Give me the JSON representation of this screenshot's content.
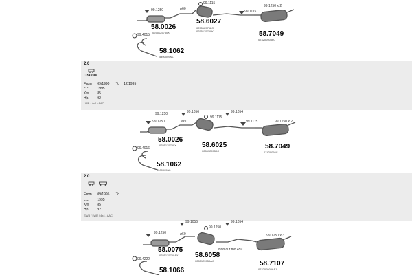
{
  "diagrams": [
    {
      "labels": {
        "a": "99.1250",
        "b": "ø60",
        "c": "99.1115",
        "d": "99.1250 x 2",
        "e": "99.4015"
      },
      "parts": [
        {
          "number": "58.0026",
          "oem": "0255125750X"
        },
        {
          "number": "58.6027",
          "oem": "0255125752C\n0255125750K"
        },
        {
          "number": "58.7049",
          "oem": "0742005056C"
        },
        {
          "number": "58.1062",
          "oem": "5400005NL"
        }
      ]
    },
    {
      "labels": {
        "a": "99.1250",
        "b": "ø60",
        "c": "99.1115",
        "d": "99.1250 x 2",
        "e": "99.4016",
        "f": "99.1056",
        "g": "99.1250",
        "h": "99.1054"
      },
      "parts": [
        {
          "number": "58.0026",
          "oem": "0255125750X"
        },
        {
          "number": "58.6025",
          "oem": "0255125750C"
        },
        {
          "number": "58.7049",
          "oem": "07420056C"
        },
        {
          "number": "58.1062",
          "oem": "5400005NL"
        }
      ]
    },
    {
      "labels": {
        "a": "99.1250",
        "b": "ø60",
        "c": "99.1056",
        "d": "99.1250",
        "e": "99.1054",
        "f": "99.1250 x 3",
        "g": "99.4222",
        "h": "Non cut tbo 459"
      },
      "parts": [
        {
          "number": "58.0075",
          "oem": "0255125750AX"
        },
        {
          "number": "58.6058",
          "oem": "0255125750AJ"
        },
        {
          "number": "58.7107",
          "oem": "0742005056AJ"
        },
        {
          "number": "58.1066",
          "oem": ""
        }
      ]
    }
  ],
  "bands": [
    {
      "engine": "2.0",
      "chassis_label": "Chassis",
      "from_label": "From",
      "from_value": "09/1990",
      "to_label": "To",
      "to_value": "12/1995",
      "cc_label": "c.c.",
      "cc_value": "1995",
      "kw_label": "Kw.",
      "kw_value": "85",
      "hp_label": "Hp.",
      "hp_value": "92",
      "note": "LWB / 4x4 / AAC"
    },
    {
      "engine": "2.0",
      "chassis_label": "",
      "from_label": "From",
      "from_value": "09/1995",
      "to_label": "To",
      "to_value": "",
      "cc_label": "c.c.",
      "cc_value": "1995",
      "kw_label": "Kw.",
      "kw_value": "85",
      "hp_label": "Hp.",
      "hp_value": "92",
      "note": "SWB / LWB / 4x4 / AAC"
    }
  ],
  "colors": {
    "band": "#ececec",
    "line": "#555555",
    "muffler": "#7a7a7a"
  }
}
